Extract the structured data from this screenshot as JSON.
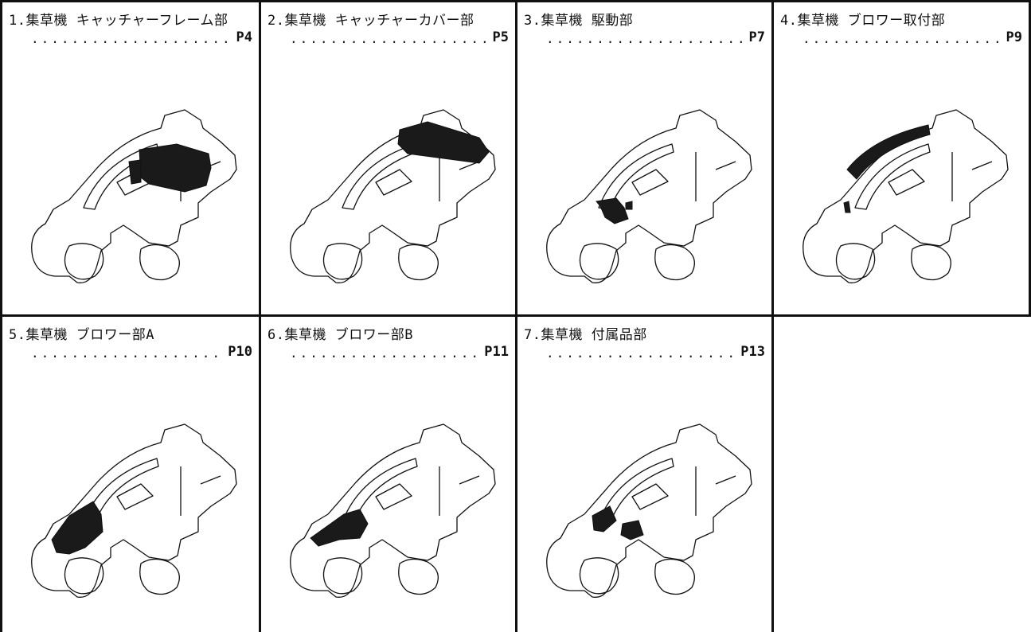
{
  "cells": [
    {
      "title": "1.集草機 キャッチャーフレーム部",
      "dots": "....................",
      "page": "P4",
      "highlight": "catcher-frame"
    },
    {
      "title": "2.集草機 キャッチャーカバー部",
      "dots": "....................",
      "page": "P5",
      "highlight": "catcher-cover"
    },
    {
      "title": "3.集草機 駆動部",
      "dots": "....................",
      "page": "P7",
      "highlight": "drive"
    },
    {
      "title": "4.集草機 ブロワー取付部",
      "dots": "....................",
      "page": "P9",
      "highlight": "blower-mount"
    },
    {
      "title": "5.集草機 ブロワー部A",
      "dots": "...................",
      "page": "P10",
      "highlight": "blower-a"
    },
    {
      "title": "6.集草機 ブロワー部B",
      "dots": "...................",
      "page": "P11",
      "highlight": "blower-b"
    },
    {
      "title": "7.集草機 付属品部",
      "dots": "...................",
      "page": "P13",
      "highlight": "accessory"
    }
  ]
}
